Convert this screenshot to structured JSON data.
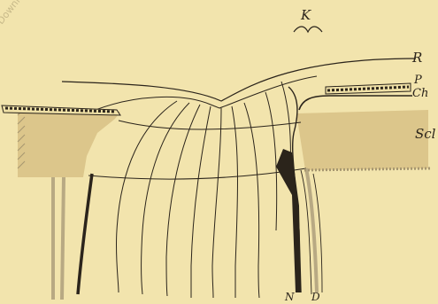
{
  "figure": {
    "watermark_text": "Download",
    "labels": {
      "K": "K",
      "R": "R",
      "P": "P",
      "Ch": "Ch",
      "Scl": "Scl",
      "N": "N",
      "D": "D"
    },
    "colors": {
      "paper": "#f2e4ad",
      "sclera_fill": "#dcc68b",
      "ink": "#2b241b"
    }
  }
}
